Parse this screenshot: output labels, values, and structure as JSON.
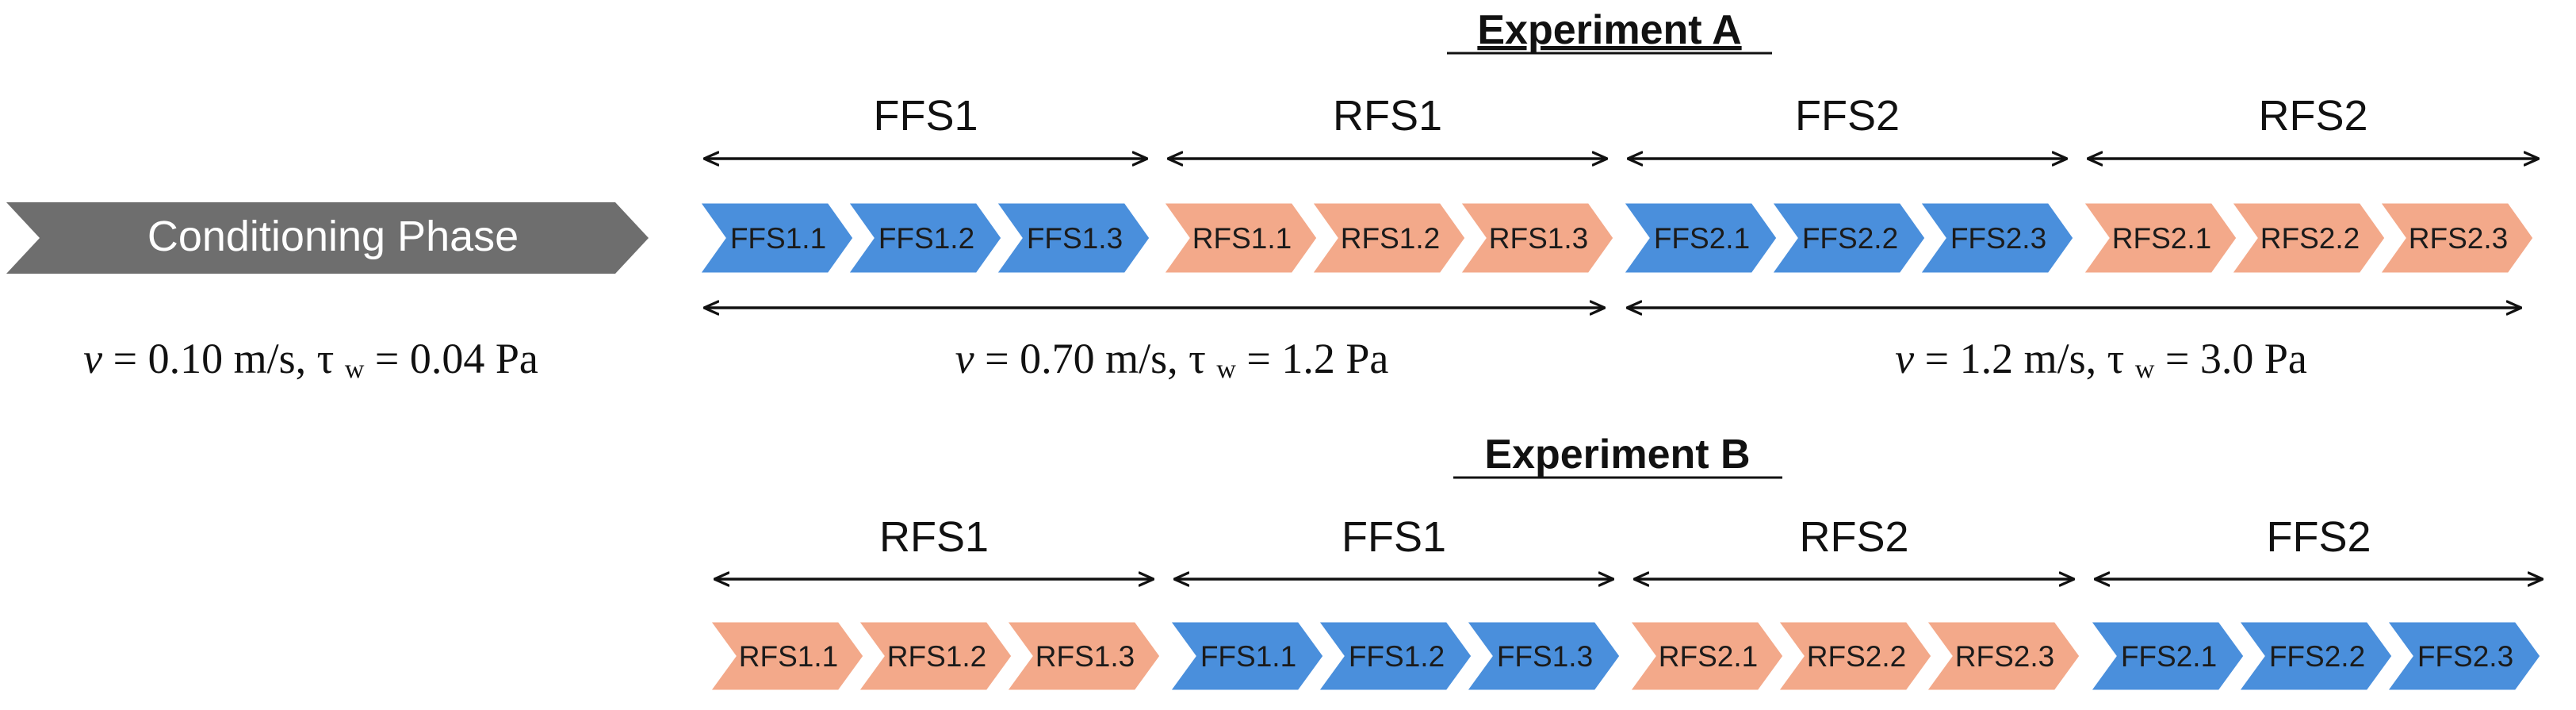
{
  "colors": {
    "blue": "#4a8fdc",
    "orange": "#f3a98a",
    "gray": "#6e6e6e",
    "chevron_text_dark": "#1b1b1b",
    "chevron_text_light": "#ffffff",
    "line": "#111111"
  },
  "conditioning": {
    "label": "Conditioning Phase",
    "velocity_symbol": "v",
    "conditions": "= 0.10 m/s, τ",
    "subscript": "w",
    "pressure": "= 0.04 Pa"
  },
  "experiment_a": {
    "title": "Experiment A",
    "phases": [
      {
        "label": "FFS1",
        "color": "blue",
        "steps": [
          "FFS1.1",
          "FFS1.2",
          "FFS1.3"
        ]
      },
      {
        "label": "RFS1",
        "color": "orange",
        "steps": [
          "RFS1.1",
          "RFS1.2",
          "RFS1.3"
        ]
      },
      {
        "label": "FFS2",
        "color": "blue",
        "steps": [
          "FFS2.1",
          "FFS2.2",
          "FFS2.3"
        ]
      },
      {
        "label": "RFS2",
        "color": "orange",
        "steps": [
          "RFS2.1",
          "RFS2.2",
          "RFS2.3"
        ]
      }
    ],
    "conditions": [
      {
        "velocity_symbol": "v",
        "text": "= 0.70 m/s, τ",
        "subscript": "w",
        "pressure": "= 1.2 Pa"
      },
      {
        "velocity_symbol": "v",
        "text": "= 1.2 m/s, τ",
        "subscript": "w",
        "pressure": "= 3.0 Pa"
      }
    ]
  },
  "experiment_b": {
    "title": "Experiment B",
    "phases": [
      {
        "label": "RFS1",
        "color": "orange",
        "steps": [
          "RFS1.1",
          "RFS1.2",
          "RFS1.3"
        ]
      },
      {
        "label": "FFS1",
        "color": "blue",
        "steps": [
          "FFS1.1",
          "FFS1.2",
          "FFS1.3"
        ]
      },
      {
        "label": "RFS2",
        "color": "orange",
        "steps": [
          "RFS2.1",
          "RFS2.2",
          "RFS2.3"
        ]
      },
      {
        "label": "FFS2",
        "color": "blue",
        "steps": [
          "FFS2.1",
          "FFS2.2",
          "FFS2.3"
        ]
      }
    ]
  }
}
